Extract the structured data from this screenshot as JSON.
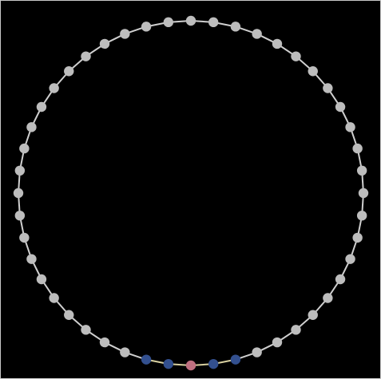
{
  "diagram": {
    "type": "ring-graph",
    "node_count": 48,
    "highlighted": [
      {
        "index": 24,
        "color": "#c07080",
        "role": "center"
      },
      {
        "index": 22,
        "color": "#33508f",
        "role": "neighbor"
      },
      {
        "index": 23,
        "color": "#33508f",
        "role": "neighbor"
      },
      {
        "index": 25,
        "color": "#33508f",
        "role": "neighbor"
      },
      {
        "index": 26,
        "color": "#33508f",
        "role": "neighbor"
      }
    ],
    "highlighted_edge_color": "#d8d0a0",
    "colors": {
      "background": "#000000",
      "node_default": "#bdbdbd",
      "edge_default": "#cfcfcf",
      "frame_border": "#c8c8c8"
    }
  }
}
